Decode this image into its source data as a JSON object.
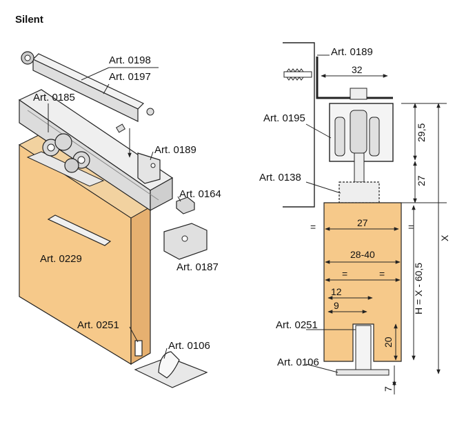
{
  "title": "Silent",
  "left_labels": {
    "art_0198": "Art. 0198",
    "art_0197": "Art. 0197",
    "art_0185": "Art. 0185",
    "art_0189": "Art. 0189",
    "art_0164": "Art. 0164",
    "art_0187": "Art. 0187",
    "art_0229": "Art. 0229",
    "art_0251": "Art. 0251",
    "art_0106": "Art. 0106"
  },
  "right_labels": {
    "art_0189": "Art. 0189",
    "art_0195": "Art. 0195",
    "art_0138": "Art. 0138",
    "art_0251": "Art. 0251",
    "art_0106": "Art. 0106"
  },
  "dimensions": {
    "d32": "32",
    "d29_5": "29,5",
    "d27_v": "27",
    "d27_h": "27",
    "dx": "X",
    "d28_40": "28-40",
    "dh": "H = X - 60,5",
    "d12": "12",
    "d9": "9",
    "d20": "20",
    "d7": "7",
    "eq": "="
  },
  "colors": {
    "wood": "#f6c98a",
    "wood_side": "#e6b070",
    "line": "#222222",
    "metal": "#e8e8e8"
  }
}
